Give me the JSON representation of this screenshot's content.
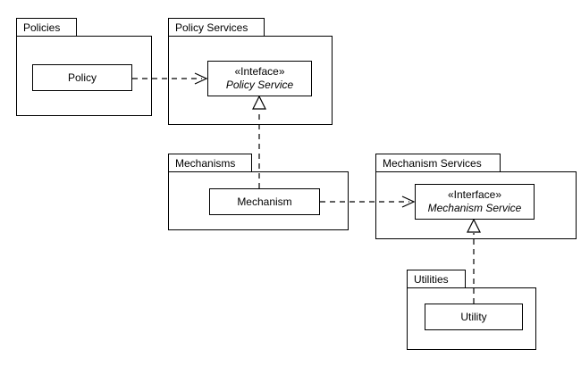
{
  "diagram": {
    "type": "uml-package-diagram",
    "background": "#ffffff",
    "line_color": "#000000"
  },
  "packages": [
    {
      "id": "policies",
      "name": "Policies",
      "node": {
        "id": "policy",
        "kind": "class",
        "name": "Policy"
      }
    },
    {
      "id": "policy-services",
      "name": "Policy Services",
      "node": {
        "id": "policy-service",
        "kind": "interface",
        "stereotype": "«Inteface»",
        "name": "Policy Service"
      }
    },
    {
      "id": "mechanisms",
      "name": "Mechanisms",
      "node": {
        "id": "mechanism",
        "kind": "class",
        "name": "Mechanism"
      }
    },
    {
      "id": "mechanism-services",
      "name": "Mechanism Services",
      "node": {
        "id": "mechanism-service",
        "kind": "interface",
        "stereotype": "«Interface»",
        "name": "Mechanism Service"
      }
    },
    {
      "id": "utilities",
      "name": "Utilities",
      "node": {
        "id": "utility",
        "kind": "class",
        "name": "Utility"
      }
    }
  ],
  "relationships": [
    {
      "id": "policy-uses-policy-service",
      "type": "dependency",
      "style": "dashed-open-arrow",
      "from": "Policy",
      "to": "Policy Service"
    },
    {
      "id": "mechanism-realizes-policy-service",
      "type": "realization",
      "style": "dashed-hollow-triangle",
      "from": "Mechanism",
      "to": "Policy Service"
    },
    {
      "id": "mechanism-uses-mechanism-service",
      "type": "dependency",
      "style": "dashed-open-arrow",
      "from": "Mechanism",
      "to": "Mechanism Service"
    },
    {
      "id": "utility-realizes-mechanism-service",
      "type": "realization",
      "style": "dashed-hollow-triangle",
      "from": "Utility",
      "to": "Mechanism Service"
    }
  ]
}
